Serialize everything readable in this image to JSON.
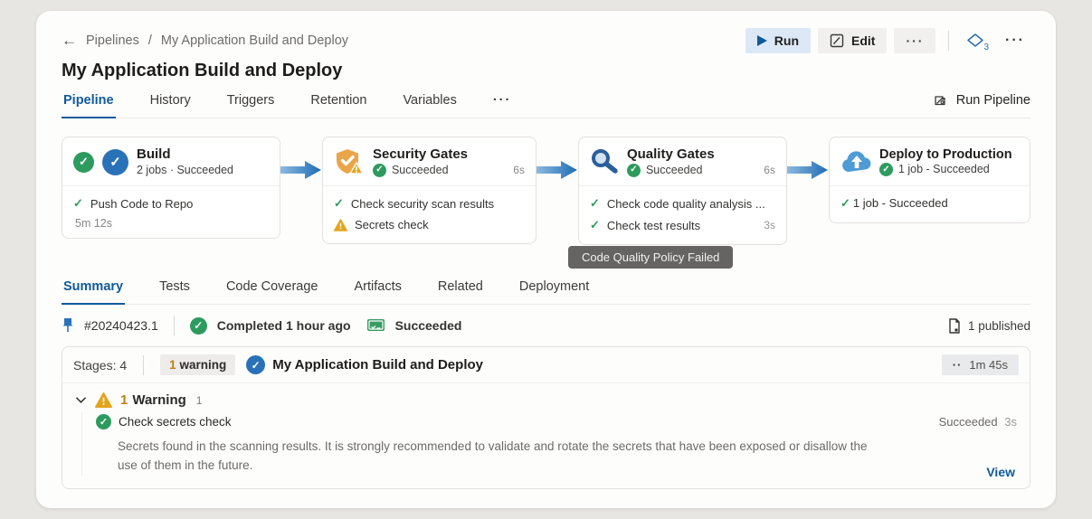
{
  "icons": {
    "check": "✓",
    "back": "←"
  },
  "header": {
    "breadcrumb_root": "Pipelines",
    "breadcrumb_sep": "/",
    "breadcrumb_current": "My Application Build and Deploy",
    "title": "My Application Build and Deploy"
  },
  "actions": {
    "run": "Run",
    "edit": "Edit",
    "more": "···",
    "tag_count": "3",
    "overflow": "···"
  },
  "tabs": {
    "items": [
      "Pipeline",
      "History",
      "Triggers",
      "Retention",
      "Variables",
      "···"
    ],
    "active": "Pipeline",
    "run_pipeline": "Run Pipeline"
  },
  "pipeline": {
    "tooltip": "Code Quality Policy Failed",
    "stages": [
      {
        "title": "Build",
        "subtitle": "2 jobs · Succeeded",
        "rows": [
          {
            "text": "Push Code to Repo"
          }
        ],
        "footer": "5m 12s"
      },
      {
        "title": "Security Gates",
        "status": "Succeeded",
        "duration": "6s",
        "rows": [
          {
            "text": "Check security scan results"
          },
          {
            "text": "Secrets check"
          }
        ]
      },
      {
        "title": "Quality Gates",
        "status": "Succeeded",
        "duration": "6s",
        "rows": [
          {
            "text": "Check code quality analysis ..."
          },
          {
            "text": "Check test results",
            "duration": "3s"
          }
        ]
      },
      {
        "title": "Deploy to Production",
        "subtitle": "1 job - Succeeded",
        "rows": [
          {
            "text": "1 job - Succeeded"
          }
        ]
      }
    ]
  },
  "subtabs": {
    "items": [
      "Summary",
      "Tests",
      "Code Coverage",
      "Artifacts",
      "Related",
      "Deployment"
    ],
    "active": "Summary"
  },
  "run_info": {
    "number": "#20240423.1",
    "completed": "Completed 1 hour ago",
    "status": "Succeeded",
    "published": "1 published"
  },
  "panel": {
    "stages_label": "Stages: 4",
    "warn_count": "1",
    "warn_text": "warning",
    "name": "My Application Build and Deploy",
    "duration_dots": "··",
    "duration": "1m 45s",
    "warning_count": "1",
    "warning_label": "Warning",
    "warning_badge": "1",
    "check_text": "Check secrets check",
    "check_status": "Succeeded",
    "check_duration": "3s",
    "message": "Secrets found in the scanning results. It is strongly recommended to validate and rotate the secrets that have been exposed or disallow the use of them in the future.",
    "view": "View"
  }
}
